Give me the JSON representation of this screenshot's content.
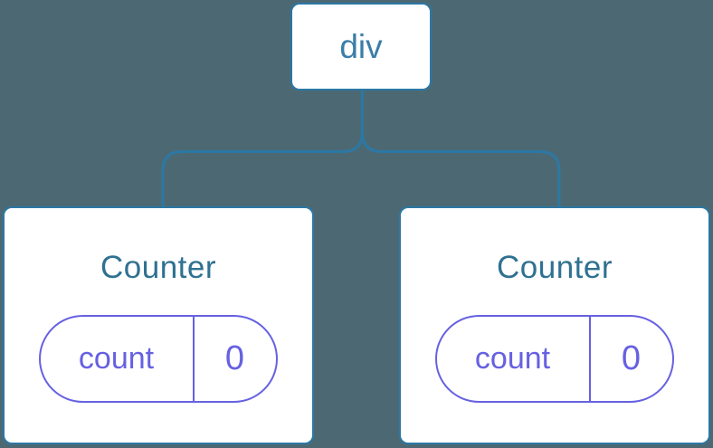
{
  "colors": {
    "background": "#4C6973",
    "node_border": "#2C78A5",
    "connector": "#2C78A5",
    "root_label_color": "#3B7EA8",
    "counter_title_color": "#2F7191",
    "state_color": "#6661E1",
    "card_background": "#FFFFFF"
  },
  "tree": {
    "root": {
      "label": "div"
    },
    "children": [
      {
        "title": "Counter",
        "state": {
          "key": "count",
          "value": "0"
        }
      },
      {
        "title": "Counter",
        "state": {
          "key": "count",
          "value": "0"
        }
      }
    ]
  }
}
